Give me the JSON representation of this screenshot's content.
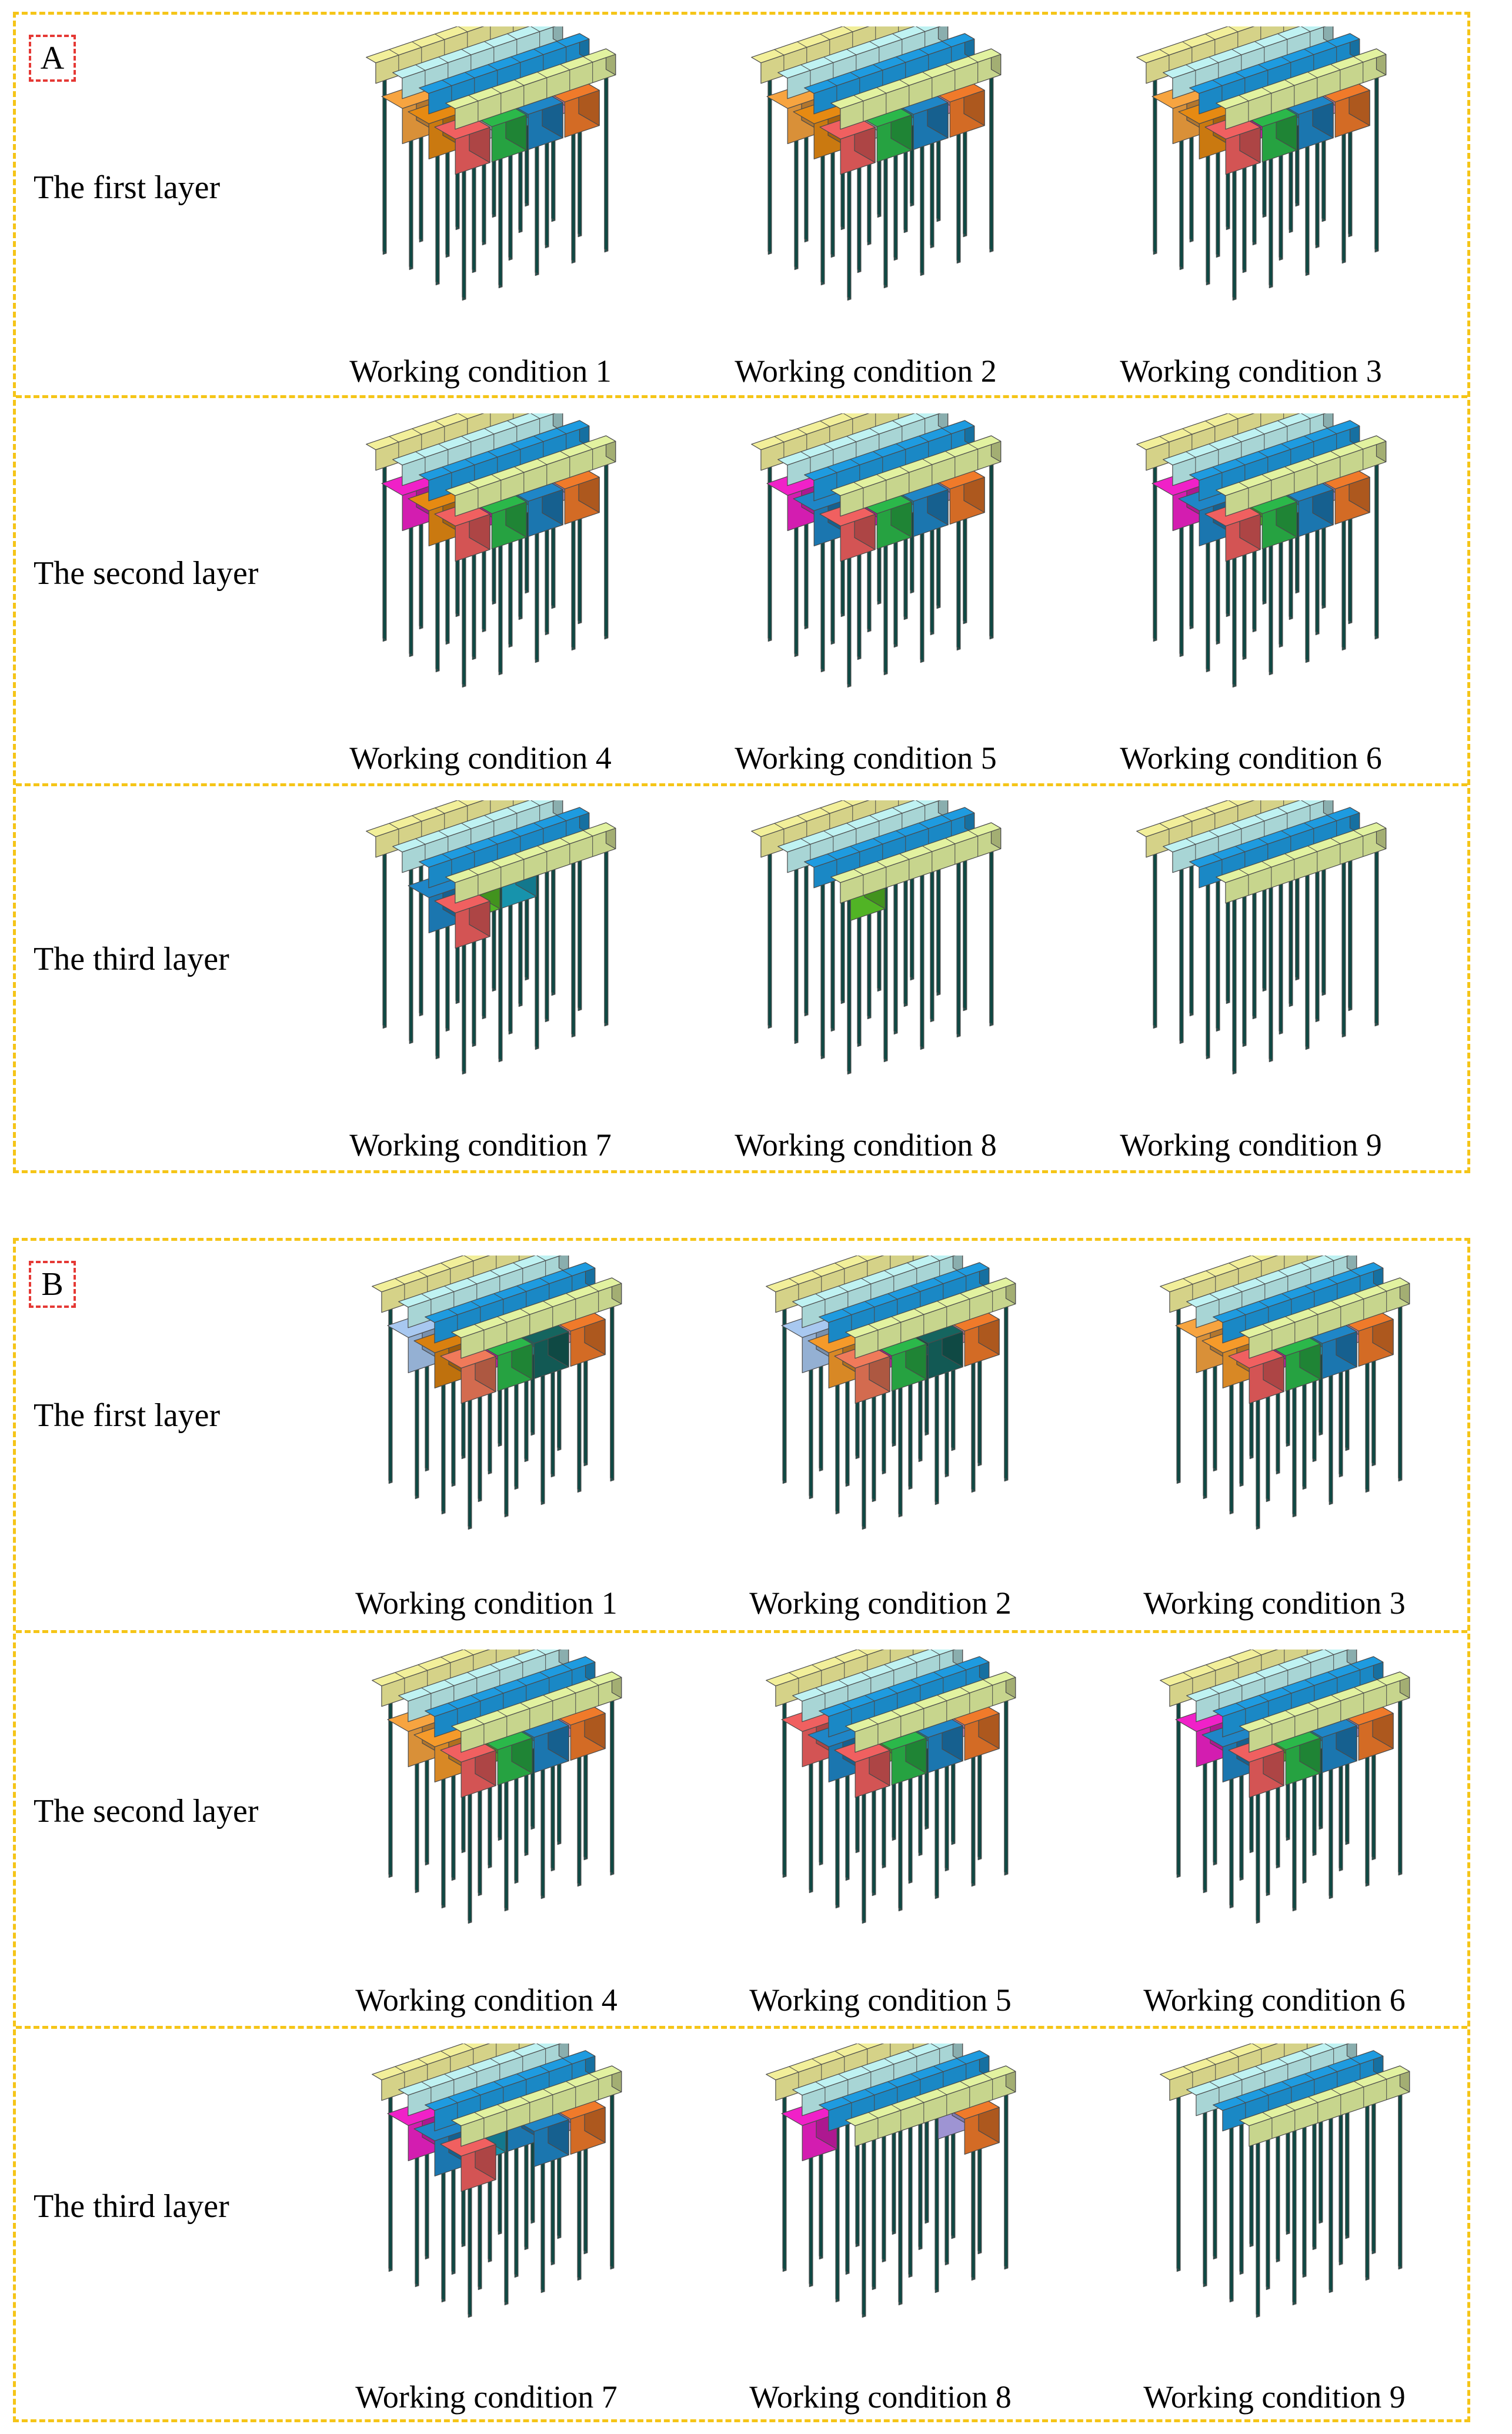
{
  "colors": {
    "frame": "#f5c518",
    "tag_border": "#e53935",
    "pile": "#15655f",
    "beam_yellow": "#f2ef9a",
    "beam_light_cyan": "#bff2f2",
    "beam_blue": "#1e9be0",
    "beam_pale_green": "#e2f2a0",
    "grid_line": "#4a4a4a"
  },
  "panels": [
    {
      "label": "A",
      "rows": [
        {
          "layer": "The first layer",
          "conditions": [
            {
              "label": "Working condition 1",
              "blocks": [
                "#f7a440",
                "#ffc04d",
                "#9c59d9",
                "#0d3f73",
                "#e68a12",
                "#c8cfd6",
                "#1aa7c4",
                "#f5a3d6",
                "#f06060",
                "#2bb84a",
                "#1f86c7",
                "#f07a2a"
              ]
            },
            {
              "label": "Working condition 2",
              "blocks": [
                "#f7a440",
                "#c2c21a",
                "#9c59d9",
                "#0d3f73",
                "#e68a12",
                "#c8cfd6",
                "#1aa7c4",
                "#f5a3d6",
                "#f06060",
                "#2bb84a",
                "#1f86c7",
                "#f07a2a"
              ]
            },
            {
              "label": "Working condition 3",
              "blocks": [
                "#f7a440",
                "#c2c21a",
                "#9c59d9",
                "#0d3f73",
                "#e68a12",
                "#f021c8",
                "#1aa7c4",
                "#f5a3d6",
                "#f06060",
                "#2bb84a",
                "#1f86c7",
                "#f07a2a"
              ]
            }
          ]
        },
        {
          "layer": "The second layer",
          "conditions": [
            {
              "label": "Working condition 4",
              "blocks": [
                "#f021c8",
                "#c2c21a",
                "#9c59d9",
                "#0d3f73",
                "#e68a12",
                "#f021c8",
                "#1aa7c4",
                "#b3a8f0",
                "#f06060",
                "#2bb84a",
                "#1f86c7",
                "#f07a2a"
              ]
            },
            {
              "label": "Working condition 5",
              "blocks": [
                "#f021c8",
                "#1fbfb8",
                "#f7c7a8",
                "#0d3f73",
                "#1f86c7",
                "#f021c8",
                "#1aa7c4",
                "#b3a8f0",
                "#f06060",
                "#2bb84a",
                "#1f86c7",
                "#f07a2a"
              ]
            },
            {
              "label": "Working condition 6",
              "blocks": [
                "#f021c8",
                "#1fbfb8",
                "#f7c7a8",
                "#0d3f73",
                "#1f86c7",
                "#5ccc2a",
                "#1aa7c4",
                "#b3a8f0",
                "#f06060",
                "#2bb84a",
                "#1f86c7",
                "#f07a2a"
              ]
            }
          ]
        },
        {
          "layer": "The third layer",
          "conditions": [
            {
              "label": "Working condition 7",
              "blocks": [
                "",
                "#1fbfb8",
                "#f7c7a8",
                "#15655f",
                "#1f86c7",
                "#5ccc2a",
                "#1aa7c4",
                "",
                "#f06060",
                "",
                "",
                ""
              ]
            },
            {
              "label": "Working condition 8",
              "blocks": [
                "",
                "",
                "",
                "",
                "",
                "#5ccc2a",
                "",
                "",
                "",
                "",
                "",
                ""
              ]
            },
            {
              "label": "Working condition 9",
              "blocks": [
                "",
                "",
                "",
                "",
                "",
                "",
                "",
                "",
                "",
                "",
                "",
                ""
              ]
            }
          ]
        }
      ]
    },
    {
      "label": "B",
      "rows": [
        {
          "layer": "The first layer",
          "conditions": [
            {
              "label": "Working condition 1",
              "blocks": [
                "#a8c8f0",
                "#ffc04d",
                "#9c59d9",
                "#1f86c7",
                "#d9800f",
                "#f021c8",
                "#1f8f8a",
                "#f5a3b3",
                "#f07a5a",
                "#2bb84a",
                "#15655f",
                "#f07a2a"
              ]
            },
            {
              "label": "Working condition 2",
              "blocks": [
                "#a8c8f0",
                "#c2c21a",
                "#9c59d9",
                "#1f86c7",
                "#f59a2a",
                "#f021c8",
                "#15655f",
                "#f5a3b3",
                "#f07a5a",
                "#2bb84a",
                "#15655f",
                "#f07a2a"
              ]
            },
            {
              "label": "Working condition 3",
              "blocks": [
                "#f7a440",
                "#c2c21a",
                "#9c59d9",
                "#0d3f73",
                "#f59a2a",
                "#f021c8",
                "#1aa7c4",
                "#f5a3d6",
                "#f06060",
                "#2bb84a",
                "#1f86c7",
                "#f07a2a"
              ]
            }
          ]
        },
        {
          "layer": "The second layer",
          "conditions": [
            {
              "label": "Working condition 4",
              "blocks": [
                "#f7a440",
                "#c2c21a",
                "#9c59d9",
                "#0d3f73",
                "#f59a2a",
                "#5ccc2a",
                "#1aa7c4",
                "#f5a3d6",
                "#f06060",
                "#2bb84a",
                "#1f86c7",
                "#f07a2a"
              ]
            },
            {
              "label": "Working condition 5",
              "blocks": [
                "#f06060",
                "#1fbfb8",
                "#f7c7a8",
                "#0d3f73",
                "#1f86c7",
                "#5ccc2a",
                "#1aa7c4",
                "#f5a3d6",
                "#f06060",
                "#2bb84a",
                "#1f86c7",
                "#f07a2a"
              ]
            },
            {
              "label": "Working condition 6",
              "blocks": [
                "#f021c8",
                "#1fbfb8",
                "#f7c7a8",
                "#15655f",
                "#1f86c7",
                "#5ccc2a",
                "#1aa7c4",
                "#b3a8f0",
                "#f06060",
                "#2bb84a",
                "#1f86c7",
                "#f07a2a"
              ]
            }
          ]
        },
        {
          "layer": "The third layer",
          "conditions": [
            {
              "label": "Working condition 7",
              "blocks": [
                "#f021c8",
                "#1fbfb8",
                "#f7c7a8",
                "#15655f",
                "#1f86c7",
                "#1aa7c4",
                "#1f86c7",
                "#b3a8f0",
                "#f06060",
                "",
                "#1f86c7",
                "#f07a2a"
              ]
            },
            {
              "label": "Working condition 8",
              "blocks": [
                "#f021c8",
                "",
                "",
                "#15655f",
                "",
                "",
                "",
                "#b3a8f0",
                "",
                "",
                "",
                "#f07a2a"
              ]
            },
            {
              "label": "Working condition 9",
              "blocks": [
                "",
                "",
                "",
                "",
                "",
                "",
                "",
                "",
                "",
                "",
                "",
                ""
              ]
            }
          ]
        }
      ]
    }
  ]
}
